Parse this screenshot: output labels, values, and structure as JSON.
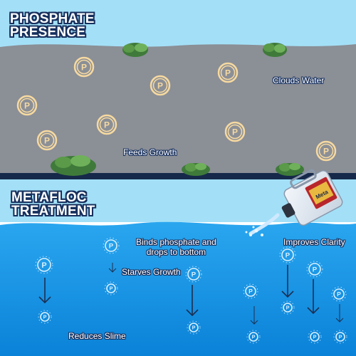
{
  "sections": {
    "top": {
      "title_line1": "PHOSPHATE",
      "title_line2": "PRESENCE"
    },
    "bottom": {
      "title_line1": "METAFLOC",
      "title_line2": "TREATMENT"
    }
  },
  "labels": {
    "clouds_water": "Clouds Water",
    "feeds_growth": "Feeds Growth",
    "binds_line1": "Binds phosphate and",
    "binds_line2": "drops to bottom",
    "improves_clarity": "Improves Clarity",
    "starves_growth": "Starves Growth",
    "reduces_slime": "Reduces Slime"
  },
  "phosphate_symbol": "P",
  "bottle_label": "Meta",
  "colors": {
    "sky": "#a3e0f7",
    "murky_water": "#8b8f96",
    "divider": "#16294a",
    "clear_water_top": "#1d9bea",
    "clear_water_bottom": "#0d86dc",
    "title_outline": "#17305e",
    "murky_phosphate": "#f6d9a0",
    "clear_phosphate": "#d8f0ff"
  }
}
